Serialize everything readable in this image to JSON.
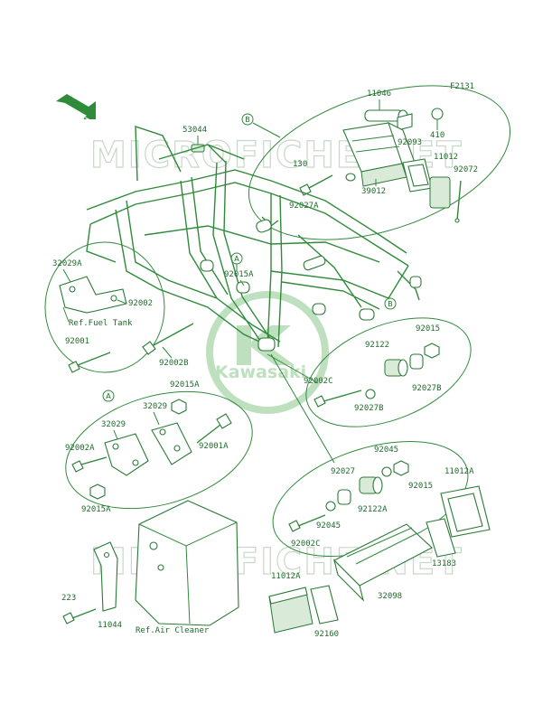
{
  "figure_code": "F2131",
  "front_label": "FRONT",
  "watermark": "MICROFICHE.NET",
  "logo_text": "Kawasaki",
  "colors": {
    "line": "#2f8a3a",
    "label": "#1e6b2a",
    "watermark": "#c8d8c8",
    "logo": "#bfe0bf"
  },
  "refs": {
    "A": "A",
    "B": "B"
  },
  "labels": {
    "p11046": "11046",
    "p53044": "53044",
    "p410": "410",
    "p92093": "92093",
    "p130": "130",
    "p39012": "39012",
    "p11012": "11012",
    "p92072": "92072",
    "p92027A": "92027A",
    "p32029A": "32029A",
    "p92015A_top": "92015A",
    "p92002": "92002",
    "ref_fuel_tank": "Ref.Fuel Tank",
    "p92001": "92001",
    "p92002B": "92002B",
    "p92015": "92015",
    "p92122": "92122",
    "p92002C": "92002C",
    "p92027B": "92027B",
    "p92027B_b": "92027B",
    "p92015A_mid": "92015A",
    "p32029_a": "32029",
    "p32029_b": "32029",
    "p92002A": "92002A",
    "p92001A": "92001A",
    "p92015A_bot": "92015A",
    "p92045_top": "92045",
    "p92027": "92027",
    "p92015_b": "92015",
    "p92122A": "92122A",
    "p92045_b": "92045",
    "p92002C_b": "92002C",
    "p11012A_top": "11012A",
    "p13183": "13183",
    "p32098": "32098",
    "p11012A_bot": "11012A",
    "p92160": "92160",
    "p223": "223",
    "p11044": "11044",
    "ref_air_cleaner": "Ref.Air Cleaner"
  }
}
